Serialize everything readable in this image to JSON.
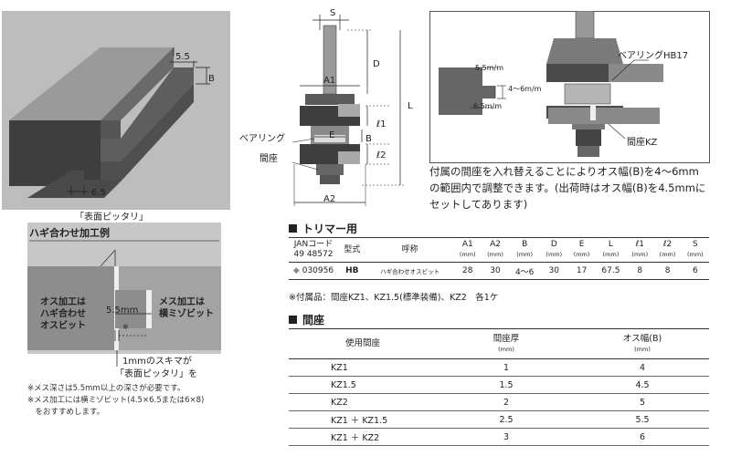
{
  "left_panel": {
    "dim_top": "5.5",
    "dim_side": "B",
    "dim_bottom": "6.5",
    "caption": "「表面ピッタリ」"
  },
  "joint_panel": {
    "title": "ハギ合わせ加工例",
    "left_label_1": "オス加工は",
    "left_label_2": "ハギ合わせ",
    "left_label_3": "オスビット",
    "dim_label": "5.5mm",
    "asterisk": "※",
    "right_label_1": "メス加工は",
    "right_label_2": "横ミゾビット",
    "gap_note_1": "1mmのスキマが",
    "gap_note_2": "「表面ピッタリ」を"
  },
  "notes": [
    "※メス深さは5.5mm以上の深さが必要です。",
    "※メス加工には横ミゾビット(4.5×6.5または6×8)",
    "　をおすすめします。"
  ],
  "bit_diagram": {
    "S": "S",
    "D": "D",
    "A1": "A1",
    "L": "L",
    "l1": "ℓ1",
    "l2": "ℓ2",
    "E": "E",
    "B": "B",
    "A2": "A2",
    "bearing": "ベアリング",
    "spacer": "間座"
  },
  "detail_diagram": {
    "dim_55": "5.5m/m",
    "dim_46": "4～6m/m",
    "dim_65": "6.5m/m",
    "bearing_label": "ベアリングHB17",
    "spacer_label": "間座KZ"
  },
  "description": "付属の間座を入れ替えることによりオス幅(B)を4～6mmの範囲内で調整できます。(出荷時はオス幅(B)を4.5mmにセットしてあります)",
  "trimmer": {
    "title": "トリマー用",
    "headers": [
      {
        "label": "JANコード\n49 48572",
        "unit": ""
      },
      {
        "label": "型式",
        "unit": ""
      },
      {
        "label": "呼称",
        "unit": ""
      },
      {
        "label": "A1",
        "unit": "(mm)"
      },
      {
        "label": "A2",
        "unit": "(mm)"
      },
      {
        "label": "B",
        "unit": "(mm)"
      },
      {
        "label": "D",
        "unit": "(mm)"
      },
      {
        "label": "E",
        "unit": "(mm)"
      },
      {
        "label": "L",
        "unit": "(mm)"
      },
      {
        "label": "ℓ1",
        "unit": "(mm)"
      },
      {
        "label": "ℓ2",
        "unit": "(mm)"
      },
      {
        "label": "S",
        "unit": "(mm)"
      }
    ],
    "rows": [
      [
        "◆",
        "030956",
        "HB",
        "ハギ合わせオスビット",
        "28",
        "30",
        "4～6",
        "30",
        "17",
        "67.5",
        "8",
        "8",
        "6"
      ]
    ],
    "accessory_note": "※付属品：間座KZ1、KZ1.5(標準装備)、KZ2　各1ケ"
  },
  "spacer_table": {
    "title": "間座",
    "headers": [
      {
        "label": "使用間座",
        "unit": ""
      },
      {
        "label": "間座厚",
        "unit": "(mm)"
      },
      {
        "label": "オス幅(B)",
        "unit": "(mm)"
      }
    ],
    "rows": [
      [
        "KZ1",
        "1",
        "4"
      ],
      [
        "KZ1.5",
        "1.5",
        "4.5"
      ],
      [
        "KZ2",
        "2",
        "5"
      ],
      [
        "KZ1 ＋ KZ1.5",
        "2.5",
        "5.5"
      ],
      [
        "KZ1 ＋ KZ2",
        "3",
        "6"
      ]
    ]
  }
}
